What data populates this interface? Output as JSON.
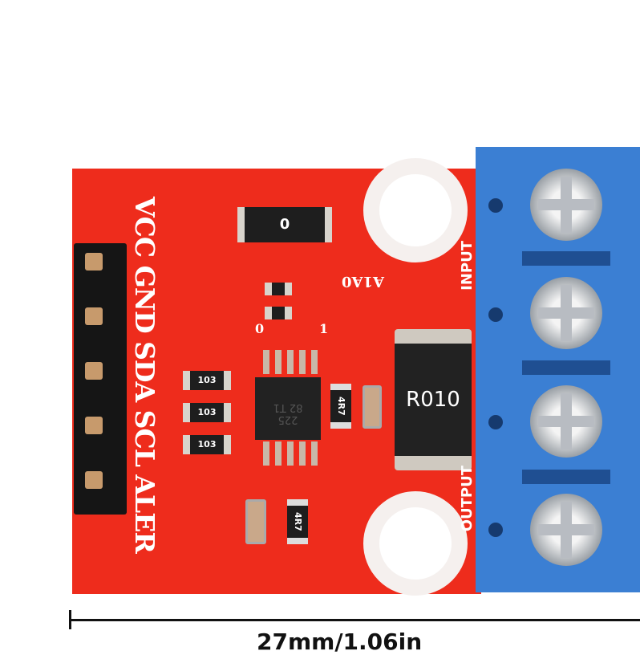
{
  "board": {
    "color": "#ee2c1c",
    "pin_labels": "VCC GND SDA SCL ALER",
    "addr_labels": [
      "A1",
      "A0"
    ],
    "jumper_labels": [
      "0",
      "1"
    ],
    "input_label": "INPUT",
    "output_label": "OUTPUT",
    "shunt_marking": "R010",
    "resistor_markings": [
      "103",
      "103",
      "103"
    ],
    "small_res_markings": [
      "4R7",
      "4R7"
    ],
    "top_res_marking": "0",
    "ic_marking": [
      "82 T1",
      "225"
    ]
  },
  "terminal": {
    "color": "#3b7fd3"
  },
  "dimension": {
    "label": "27mm/1.06in"
  }
}
